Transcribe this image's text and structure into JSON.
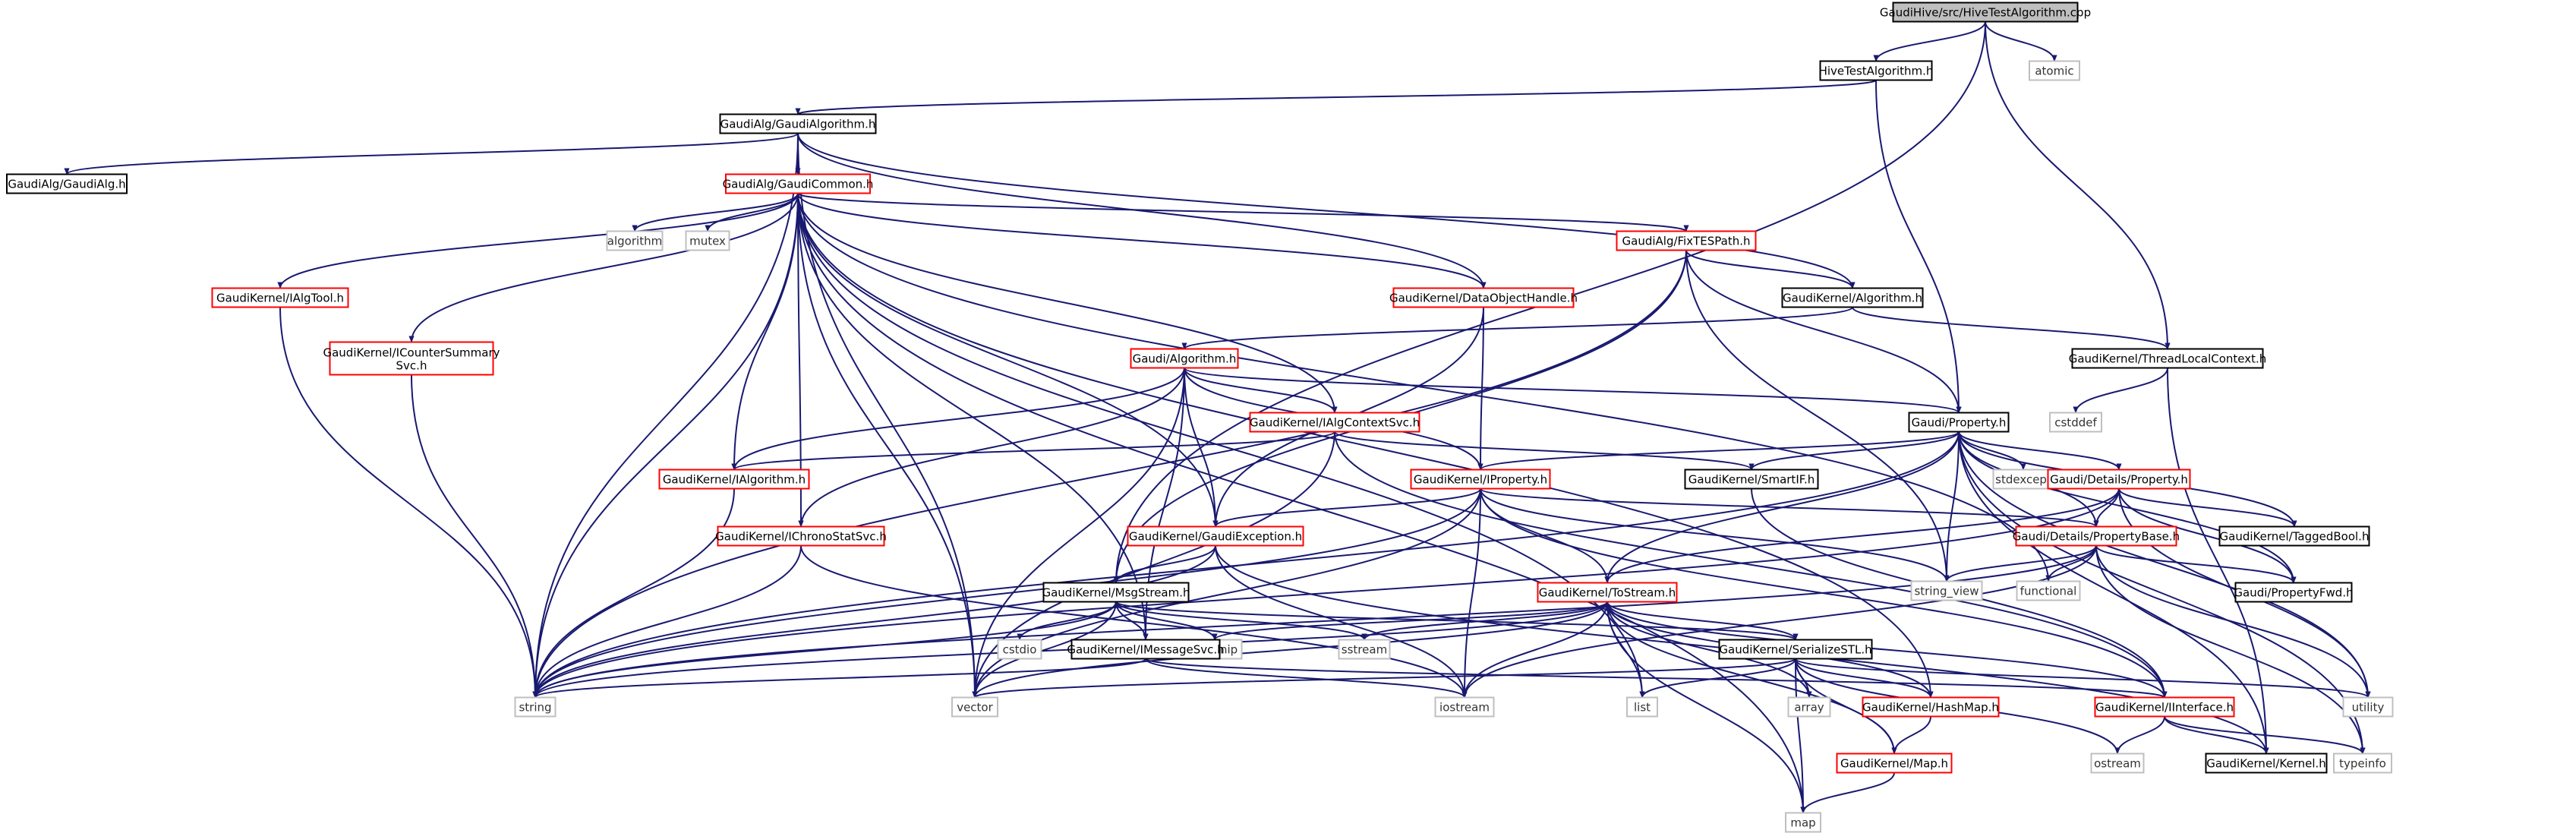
{
  "colors": {
    "edge": "#191970",
    "node_black_border": "#000000",
    "node_red_border": "#ff0000",
    "node_gray_border": "#bfbfbf",
    "root_fill": "#bfbfbf",
    "node_fill": "#ffffff",
    "text_normal": "#000000",
    "text_system": "#333333"
  },
  "nodes": {
    "root": {
      "label": "GaudiHive/src/HiveTestAlgorithm.cpp",
      "style": "root"
    },
    "hivetest": {
      "label": "HiveTestAlgorithm.h",
      "style": "black"
    },
    "atomic": {
      "label": "atomic",
      "style": "gray"
    },
    "gaudialgorithm": {
      "label": "GaudiAlg/GaudiAlgorithm.h",
      "style": "black"
    },
    "gaudialg": {
      "label": "GaudiAlg/GaudiAlg.h",
      "style": "black"
    },
    "gaudicommon": {
      "label": "GaudiAlg/GaudiCommon.h",
      "style": "red"
    },
    "algorithm": {
      "label": "algorithm",
      "style": "gray"
    },
    "mutex": {
      "label": "mutex",
      "style": "gray"
    },
    "ialgtool": {
      "label": "GaudiKernel/IAlgTool.h",
      "style": "red"
    },
    "icountersummary": {
      "label": "GaudiKernel/ICounterSummary\nSvc.h",
      "style": "red"
    },
    "fixtespath": {
      "label": "GaudiAlg/FixTESPath.h",
      "style": "red"
    },
    "dataobjecthandle": {
      "label": "GaudiKernel/DataObjectHandle.h",
      "style": "red"
    },
    "kalgorithm": {
      "label": "GaudiKernel/Algorithm.h",
      "style": "black"
    },
    "threadlocal": {
      "label": "GaudiKernel/ThreadLocalContext.h",
      "style": "black"
    },
    "cstddef": {
      "label": "cstddef",
      "style": "gray"
    },
    "gaudialgoh": {
      "label": "Gaudi/Algorithm.h",
      "style": "red"
    },
    "ialgcontextsvc": {
      "label": "GaudiKernel/IAlgContextSvc.h",
      "style": "red"
    },
    "gaudiproperty": {
      "label": "Gaudi/Property.h",
      "style": "black"
    },
    "ialgorithm": {
      "label": "GaudiKernel/IAlgorithm.h",
      "style": "red"
    },
    "iproperty": {
      "label": "GaudiKernel/IProperty.h",
      "style": "red"
    },
    "smartif": {
      "label": "GaudiKernel/SmartIF.h",
      "style": "black"
    },
    "stdexcept": {
      "label": "stdexcept",
      "style": "gray"
    },
    "detailsproperty": {
      "label": "Gaudi/Details/Property.h",
      "style": "red"
    },
    "ichronostat": {
      "label": "GaudiKernel/IChronoStatSvc.h",
      "style": "red"
    },
    "gaudiexception": {
      "label": "GaudiKernel/GaudiException.h",
      "style": "red"
    },
    "propertybase": {
      "label": "Gaudi/Details/PropertyBase.h",
      "style": "red"
    },
    "taggedbool": {
      "label": "GaudiKernel/TaggedBool.h",
      "style": "black"
    },
    "msgstream": {
      "label": "GaudiKernel/MsgStream.h",
      "style": "black"
    },
    "tostream": {
      "label": "GaudiKernel/ToStream.h",
      "style": "red"
    },
    "string_view": {
      "label": "string_view",
      "style": "gray"
    },
    "functional": {
      "label": "functional",
      "style": "gray"
    },
    "propertyfwd": {
      "label": "Gaudi/PropertyFwd.h",
      "style": "black"
    },
    "cstdio": {
      "label": "cstdio",
      "style": "gray"
    },
    "iomanip": {
      "label": "iomanip",
      "style": "gray"
    },
    "sstream": {
      "label": "sstream",
      "style": "gray"
    },
    "imessagesvc": {
      "label": "GaudiKernel/IMessageSvc.h",
      "style": "black"
    },
    "serializestl": {
      "label": "GaudiKernel/SerializeSTL.h",
      "style": "black"
    },
    "string": {
      "label": "string",
      "style": "gray"
    },
    "vector": {
      "label": "vector",
      "style": "gray"
    },
    "iostream": {
      "label": "iostream",
      "style": "gray"
    },
    "list": {
      "label": "list",
      "style": "gray"
    },
    "array": {
      "label": "array",
      "style": "gray"
    },
    "hashmap": {
      "label": "GaudiKernel/HashMap.h",
      "style": "red"
    },
    "iinterface": {
      "label": "GaudiKernel/IInterface.h",
      "style": "red"
    },
    "utility": {
      "label": "utility",
      "style": "gray"
    },
    "ostream": {
      "label": "ostream",
      "style": "gray"
    },
    "kernel": {
      "label": "GaudiKernel/Kernel.h",
      "style": "black"
    },
    "typeinfo": {
      "label": "typeinfo",
      "style": "gray"
    },
    "map_h": {
      "label": "GaudiKernel/Map.h",
      "style": "red"
    },
    "map": {
      "label": "map",
      "style": "gray"
    }
  },
  "edges": [
    [
      "root",
      "hivetest"
    ],
    [
      "root",
      "atomic"
    ],
    [
      "root",
      "msgstream"
    ],
    [
      "root",
      "threadlocal"
    ],
    [
      "hivetest",
      "gaudialgorithm"
    ],
    [
      "hivetest",
      "gaudiproperty"
    ],
    [
      "gaudialgorithm",
      "gaudialg"
    ],
    [
      "gaudialgorithm",
      "gaudicommon"
    ],
    [
      "gaudialgorithm",
      "string"
    ],
    [
      "gaudialgorithm",
      "vector"
    ],
    [
      "gaudialgorithm",
      "dataobjecthandle"
    ],
    [
      "gaudialgorithm",
      "kalgorithm"
    ],
    [
      "gaudicommon",
      "algorithm"
    ],
    [
      "gaudicommon",
      "mutex"
    ],
    [
      "gaudicommon",
      "ialgtool"
    ],
    [
      "gaudicommon",
      "icountersummary"
    ],
    [
      "gaudicommon",
      "fixtespath"
    ],
    [
      "gaudicommon",
      "dataobjecthandle"
    ],
    [
      "gaudicommon",
      "ialgcontextsvc"
    ],
    [
      "gaudicommon",
      "ialgorithm"
    ],
    [
      "gaudicommon",
      "ichronostat"
    ],
    [
      "gaudicommon",
      "gaudiexception"
    ],
    [
      "gaudicommon",
      "string"
    ],
    [
      "gaudicommon",
      "vector"
    ],
    [
      "gaudicommon",
      "map"
    ],
    [
      "gaudicommon",
      "list"
    ],
    [
      "gaudicommon",
      "hashmap"
    ],
    [
      "gaudicommon",
      "functional"
    ],
    [
      "gaudicommon",
      "imessagesvc"
    ],
    [
      "ialgtool",
      "string"
    ],
    [
      "icountersummary",
      "string"
    ],
    [
      "fixtespath",
      "kalgorithm"
    ],
    [
      "fixtespath",
      "gaudiproperty"
    ],
    [
      "fixtespath",
      "string_view"
    ],
    [
      "fixtespath",
      "msgstream"
    ],
    [
      "fixtespath",
      "string"
    ],
    [
      "dataobjecthandle",
      "iproperty"
    ],
    [
      "dataobjecthandle",
      "gaudiexception"
    ],
    [
      "kalgorithm",
      "gaudialgoh"
    ],
    [
      "kalgorithm",
      "threadlocal"
    ],
    [
      "threadlocal",
      "cstddef"
    ],
    [
      "threadlocal",
      "kernel"
    ],
    [
      "gaudialgoh",
      "ialgcontextsvc"
    ],
    [
      "gaudialgoh",
      "gaudiproperty"
    ],
    [
      "gaudialgoh",
      "ialgorithm"
    ],
    [
      "gaudialgoh",
      "iproperty"
    ],
    [
      "gaudialgoh",
      "ichronostat"
    ],
    [
      "gaudialgoh",
      "gaudiexception"
    ],
    [
      "gaudialgoh",
      "imessagesvc"
    ],
    [
      "gaudialgoh",
      "vector"
    ],
    [
      "ialgcontextsvc",
      "ialgorithm"
    ],
    [
      "ialgcontextsvc",
      "smartif"
    ],
    [
      "ialgcontextsvc",
      "vector"
    ],
    [
      "ialgcontextsvc",
      "iinterface"
    ],
    [
      "gaudiproperty",
      "iproperty"
    ],
    [
      "gaudiproperty",
      "smartif"
    ],
    [
      "gaudiproperty",
      "stdexcept"
    ],
    [
      "gaudiproperty",
      "detailsproperty"
    ],
    [
      "gaudiproperty",
      "propertybase"
    ],
    [
      "gaudiproperty",
      "taggedbool"
    ],
    [
      "gaudiproperty",
      "propertyfwd"
    ],
    [
      "gaudiproperty",
      "tostream"
    ],
    [
      "gaudiproperty",
      "string"
    ],
    [
      "gaudiproperty",
      "string_view"
    ],
    [
      "gaudiproperty",
      "utility"
    ],
    [
      "gaudiproperty",
      "typeinfo"
    ],
    [
      "gaudiproperty",
      "kernel"
    ],
    [
      "ialgorithm",
      "string"
    ],
    [
      "iproperty",
      "gaudiexception"
    ],
    [
      "iproperty",
      "tostream"
    ],
    [
      "iproperty",
      "propertybase"
    ],
    [
      "iproperty",
      "iostream"
    ],
    [
      "iproperty",
      "vector"
    ],
    [
      "iproperty",
      "string"
    ],
    [
      "iproperty",
      "string_view"
    ],
    [
      "iproperty",
      "iinterface"
    ],
    [
      "smartif",
      "iinterface"
    ],
    [
      "detailsproperty",
      "propertybase"
    ],
    [
      "detailsproperty",
      "taggedbool"
    ],
    [
      "detailsproperty",
      "propertyfwd"
    ],
    [
      "detailsproperty",
      "tostream"
    ],
    [
      "detailsproperty",
      "utility"
    ],
    [
      "detailsproperty",
      "string"
    ],
    [
      "ichronostat",
      "string"
    ],
    [
      "ichronostat",
      "iostream"
    ],
    [
      "gaudiexception",
      "msgstream"
    ],
    [
      "gaudiexception",
      "string"
    ],
    [
      "gaudiexception",
      "iostream"
    ],
    [
      "gaudiexception",
      "kernel"
    ],
    [
      "propertybase",
      "string_view"
    ],
    [
      "propertybase",
      "functional"
    ],
    [
      "propertybase",
      "propertyfwd"
    ],
    [
      "propertybase",
      "iostream"
    ],
    [
      "propertybase",
      "typeinfo"
    ],
    [
      "propertybase",
      "utility"
    ],
    [
      "propertybase",
      "string"
    ],
    [
      "msgstream",
      "cstdio"
    ],
    [
      "msgstream",
      "iomanip"
    ],
    [
      "msgstream",
      "sstream"
    ],
    [
      "msgstream",
      "imessagesvc"
    ],
    [
      "msgstream",
      "string"
    ],
    [
      "msgstream",
      "vector"
    ],
    [
      "msgstream",
      "serializestl"
    ],
    [
      "tostream",
      "serializestl"
    ],
    [
      "tostream",
      "hashmap"
    ],
    [
      "tostream",
      "iomanip"
    ],
    [
      "tostream",
      "sstream"
    ],
    [
      "tostream",
      "string"
    ],
    [
      "tostream",
      "vector"
    ],
    [
      "tostream",
      "iostream"
    ],
    [
      "tostream",
      "list"
    ],
    [
      "tostream",
      "array"
    ],
    [
      "tostream",
      "map_h"
    ],
    [
      "tostream",
      "map"
    ],
    [
      "tostream",
      "iinterface"
    ],
    [
      "imessagesvc",
      "string"
    ],
    [
      "imessagesvc",
      "iostream"
    ],
    [
      "imessagesvc",
      "iinterface"
    ],
    [
      "serializestl",
      "array"
    ],
    [
      "serializestl",
      "list"
    ],
    [
      "serializestl",
      "vector"
    ],
    [
      "serializestl",
      "map"
    ],
    [
      "serializestl",
      "hashmap"
    ],
    [
      "serializestl",
      "map_h"
    ],
    [
      "serializestl",
      "utility"
    ],
    [
      "serializestl",
      "ostream"
    ],
    [
      "hashmap",
      "map_h"
    ],
    [
      "iinterface",
      "ostream"
    ],
    [
      "iinterface",
      "kernel"
    ],
    [
      "iinterface",
      "typeinfo"
    ],
    [
      "map_h",
      "map"
    ]
  ]
}
